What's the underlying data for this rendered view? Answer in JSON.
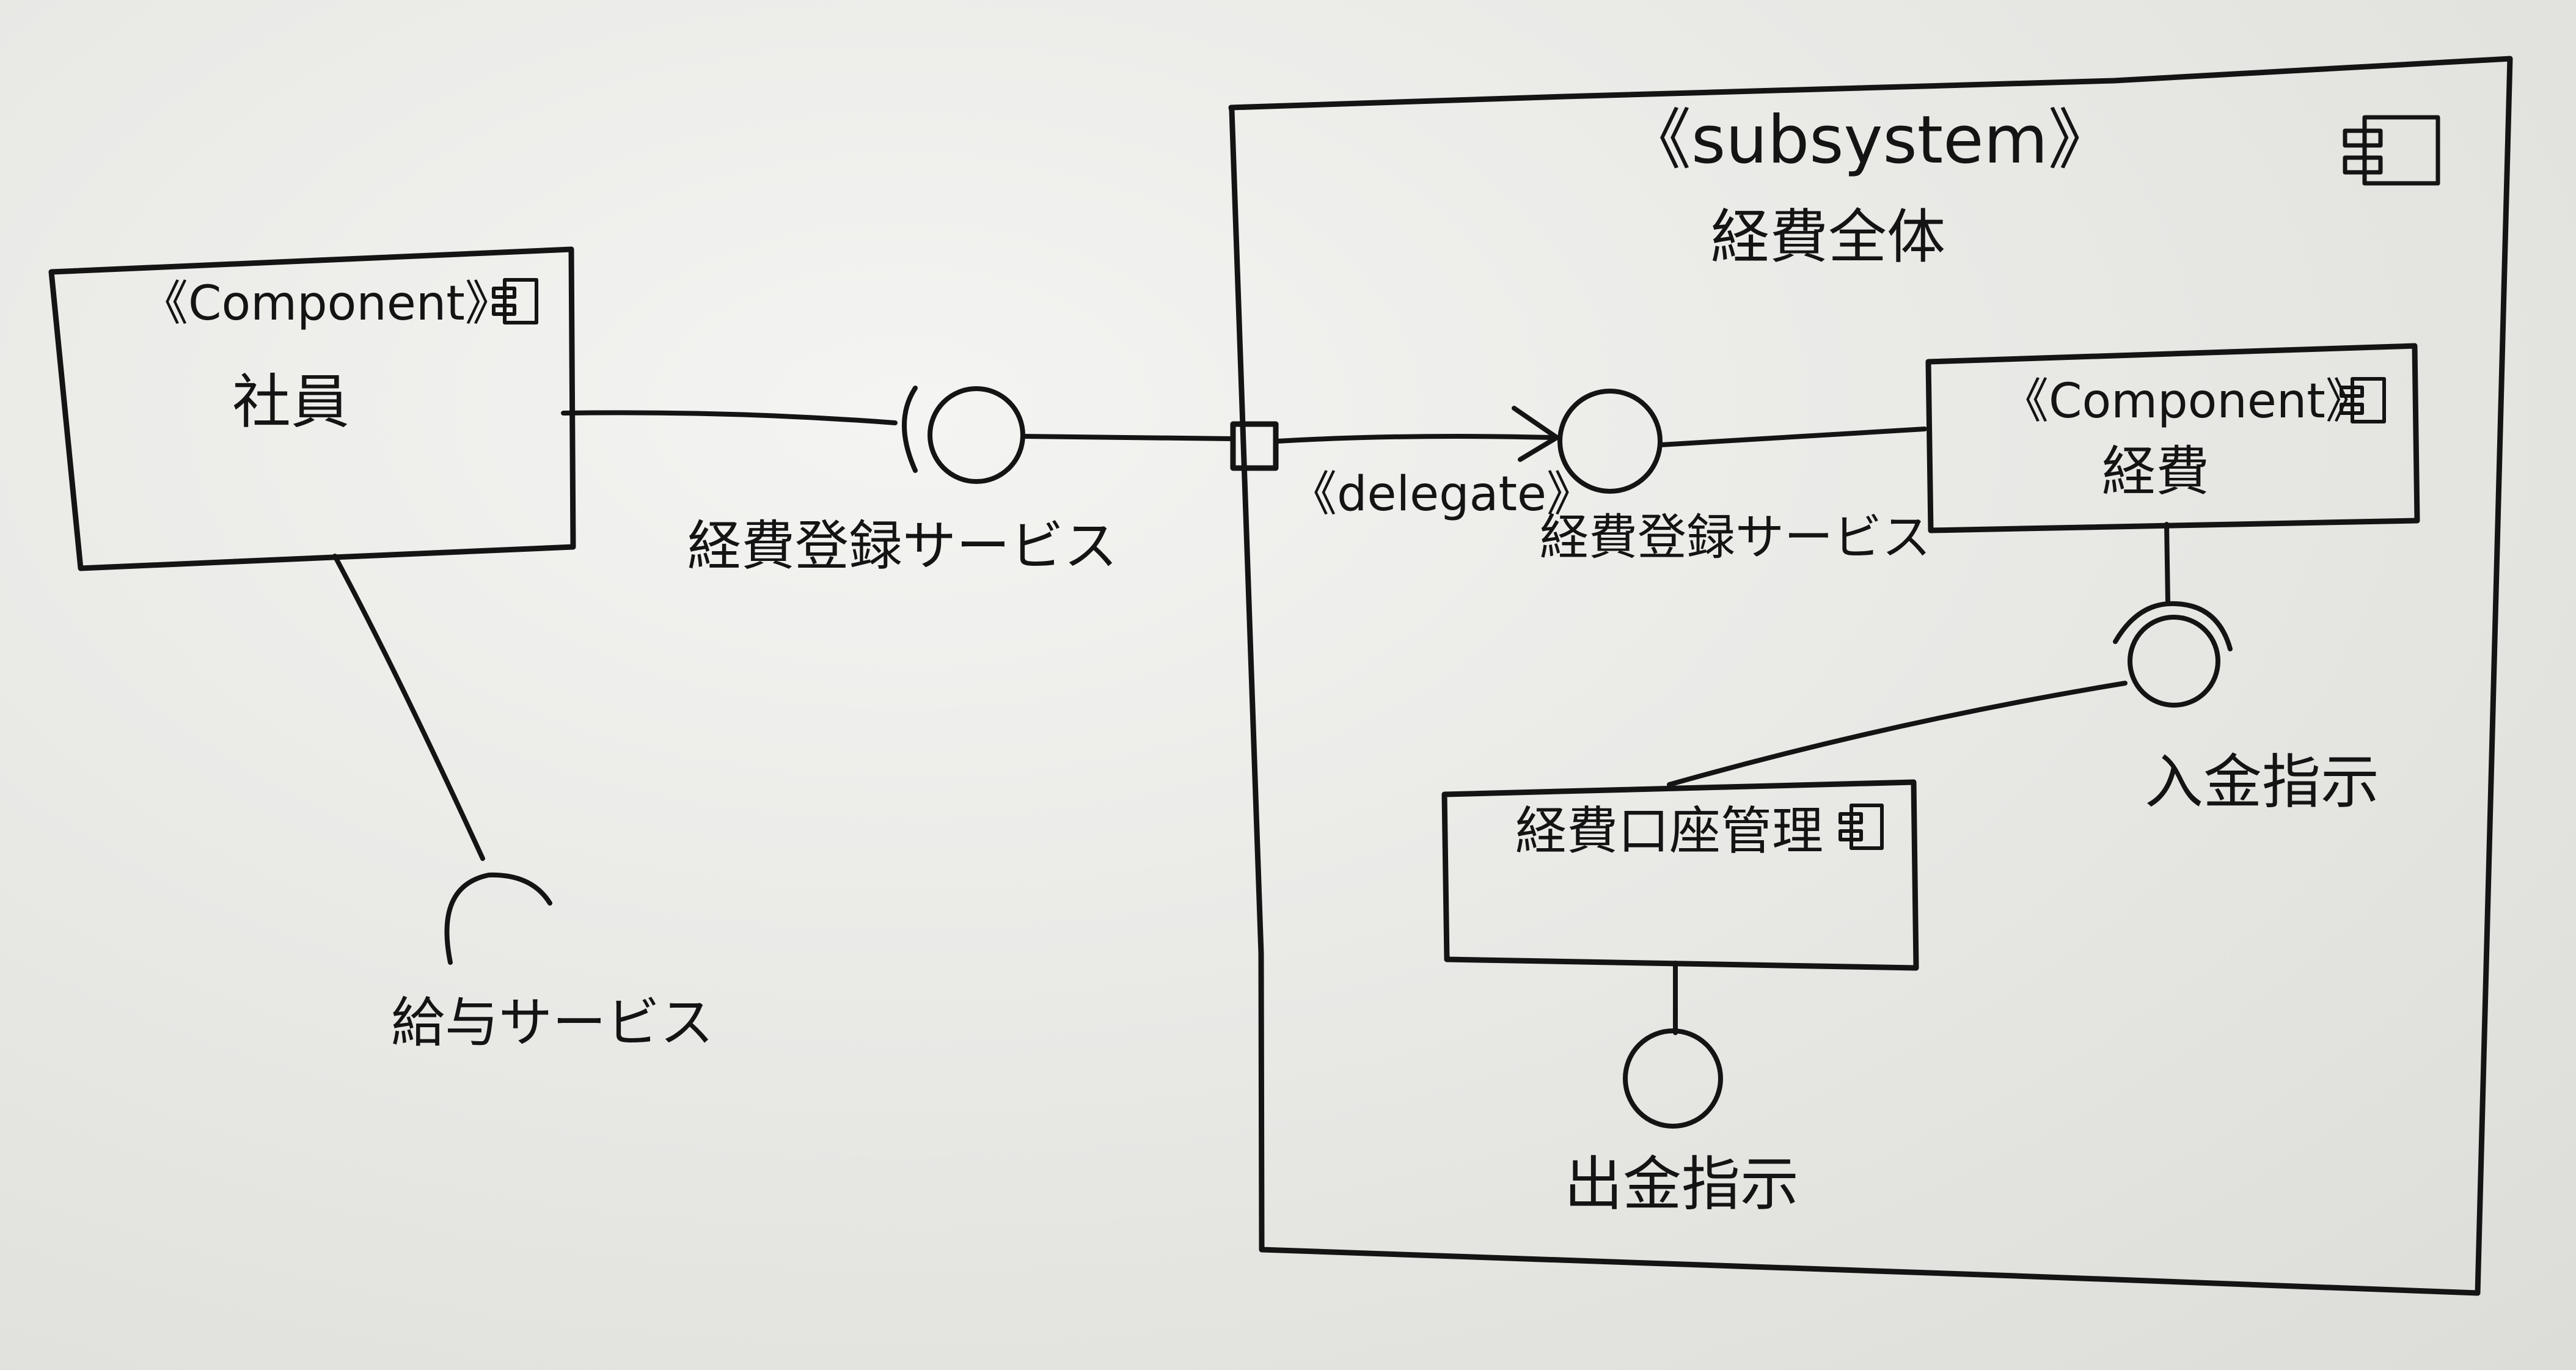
{
  "employee": {
    "stereotype": "《Component》",
    "name": "社員"
  },
  "interfaces": {
    "expense_registration_outer": "経費登録サービス",
    "salary_service": "給与サービス",
    "expense_registration_inner": "経費登録サービス",
    "payment_in_instruction": "入金指示",
    "payment_out_instruction": "出金指示"
  },
  "delegate_label": "《delegate》",
  "subsystem": {
    "stereotype": "《subsystem》",
    "name": "経費全体"
  },
  "expense_component": {
    "stereotype": "《Component》",
    "name": "経費"
  },
  "account_component": {
    "name": "経費口座管理"
  },
  "colors": {
    "ink": "#141414",
    "board": "#e9e9e6"
  },
  "icons": [
    "component-icon",
    "provided-interface-icon",
    "required-interface-icon",
    "port-icon",
    "delegate-arrow-icon"
  ]
}
